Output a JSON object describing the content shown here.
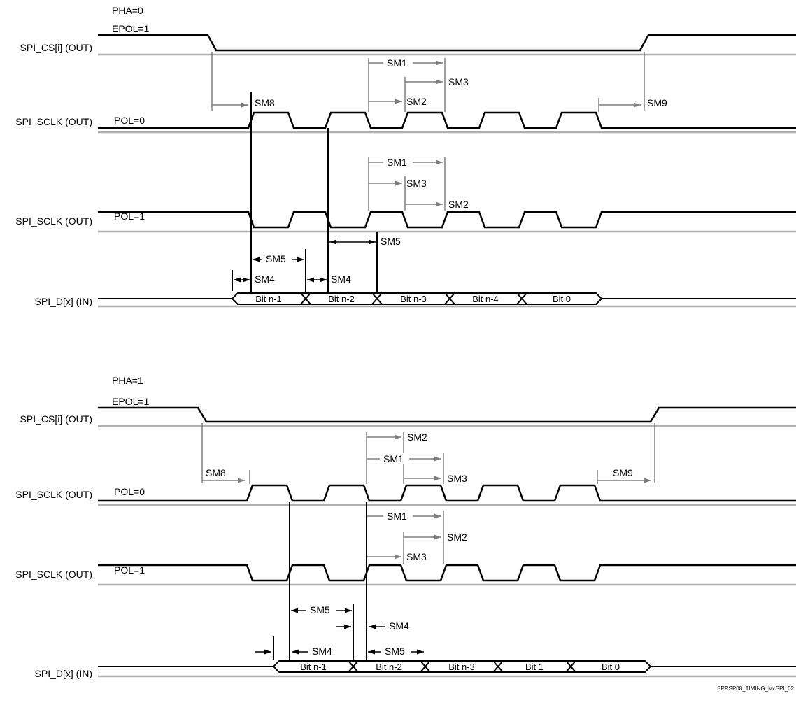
{
  "colors": {
    "signal": "#000000",
    "reference_line": "#b0b0b0",
    "annotation": "#7f7f7f",
    "text": "#000000",
    "background": "#ffffff"
  },
  "params": {
    "sm1": "SM1",
    "sm2": "SM2",
    "sm3": "SM3",
    "sm4": "SM4",
    "sm5": "SM5",
    "sm8": "SM8",
    "sm9": "SM9"
  },
  "top": {
    "pha": "PHA=0",
    "epol": "EPOL=1",
    "cs_label": "SPI_CS[i] (OUT)",
    "pol0": "POL=0",
    "sclk_pol0_label": "SPI_SCLK (OUT)",
    "pol1": "POL=1",
    "sclk_pol1_label": "SPI_SCLK (OUT)",
    "data_label": "SPI_D[x] (IN)",
    "data_bits": [
      "Bit n-1",
      "Bit n-2",
      "Bit n-3",
      "Bit n-4",
      "Bit 0"
    ]
  },
  "bottom": {
    "pha": "PHA=1",
    "epol": "EPOL=1",
    "cs_label": "SPI_CS[i] (OUT)",
    "pol0": "POL=0",
    "sclk_pol0_label": "SPI_SCLK (OUT)",
    "pol1": "POL=1",
    "sclk_pol1_label": "SPI_SCLK (OUT)",
    "data_label": "SPI_D[x] (IN)",
    "data_bits": [
      "Bit n-1",
      "Bit n-2",
      "Bit n-3",
      "Bit 1",
      "Bit 0"
    ]
  },
  "watermark": "SPRSP08_TIMING_McSPI_02"
}
